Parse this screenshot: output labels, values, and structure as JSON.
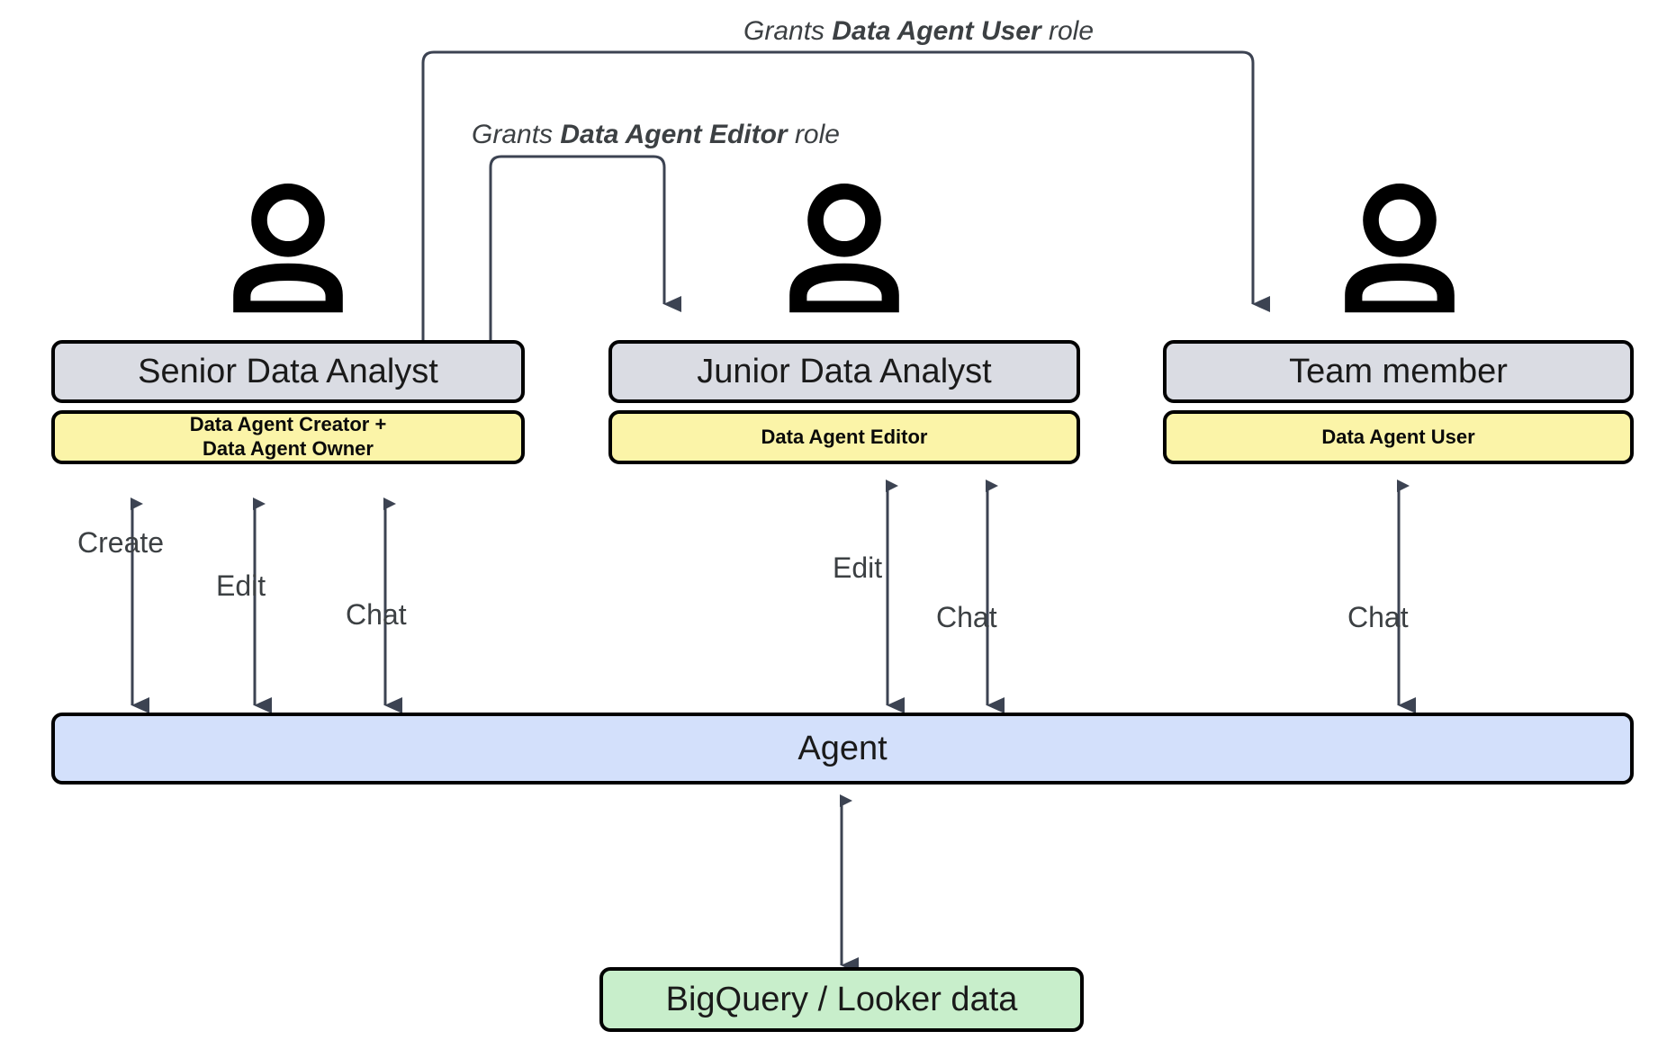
{
  "diagram": {
    "title": "Data Agent role permissions diagram",
    "colors": {
      "title_box_fill": "#dadce3",
      "permission_box_fill": "#fbf4a8",
      "agent_fill": "#d3e0fb",
      "data_fill": "#c8eecb",
      "border": "#000000",
      "arrow": "#3c4352",
      "label_text": "#3c4043"
    },
    "personas": [
      {
        "icon": "person-icon",
        "title": "Senior Data Analyst",
        "permission": "Data Agent Creator +\nData Agent Owner",
        "permission_line1": "Data Agent Creator +",
        "permission_line2": "Data Agent Owner",
        "actions": [
          "Create",
          "Edit",
          "Chat"
        ]
      },
      {
        "icon": "person-icon",
        "title": "Junior Data Analyst",
        "permission": "Data Agent Editor",
        "permission_line1": "Data Agent Editor",
        "permission_line2": "",
        "actions": [
          "Edit",
          "Chat"
        ]
      },
      {
        "icon": "person-icon",
        "title": "Team member",
        "permission": "Data Agent User",
        "permission_line1": "Data Agent User",
        "permission_line2": "",
        "actions": [
          "Chat"
        ]
      }
    ],
    "grants": [
      {
        "prefix": "Grants ",
        "role": "Data Agent User",
        "suffix": " role",
        "from": "Senior Data Analyst",
        "to": "Team member"
      },
      {
        "prefix": "Grants ",
        "role": "Data Agent Editor",
        "suffix": " role",
        "from": "Senior Data Analyst",
        "to": "Junior Data Analyst"
      }
    ],
    "agent": {
      "label": "Agent"
    },
    "datasource": {
      "label": "BigQuery / Looker data"
    },
    "action_labels": {
      "create": "Create",
      "edit": "Edit",
      "chat": "Chat"
    }
  }
}
